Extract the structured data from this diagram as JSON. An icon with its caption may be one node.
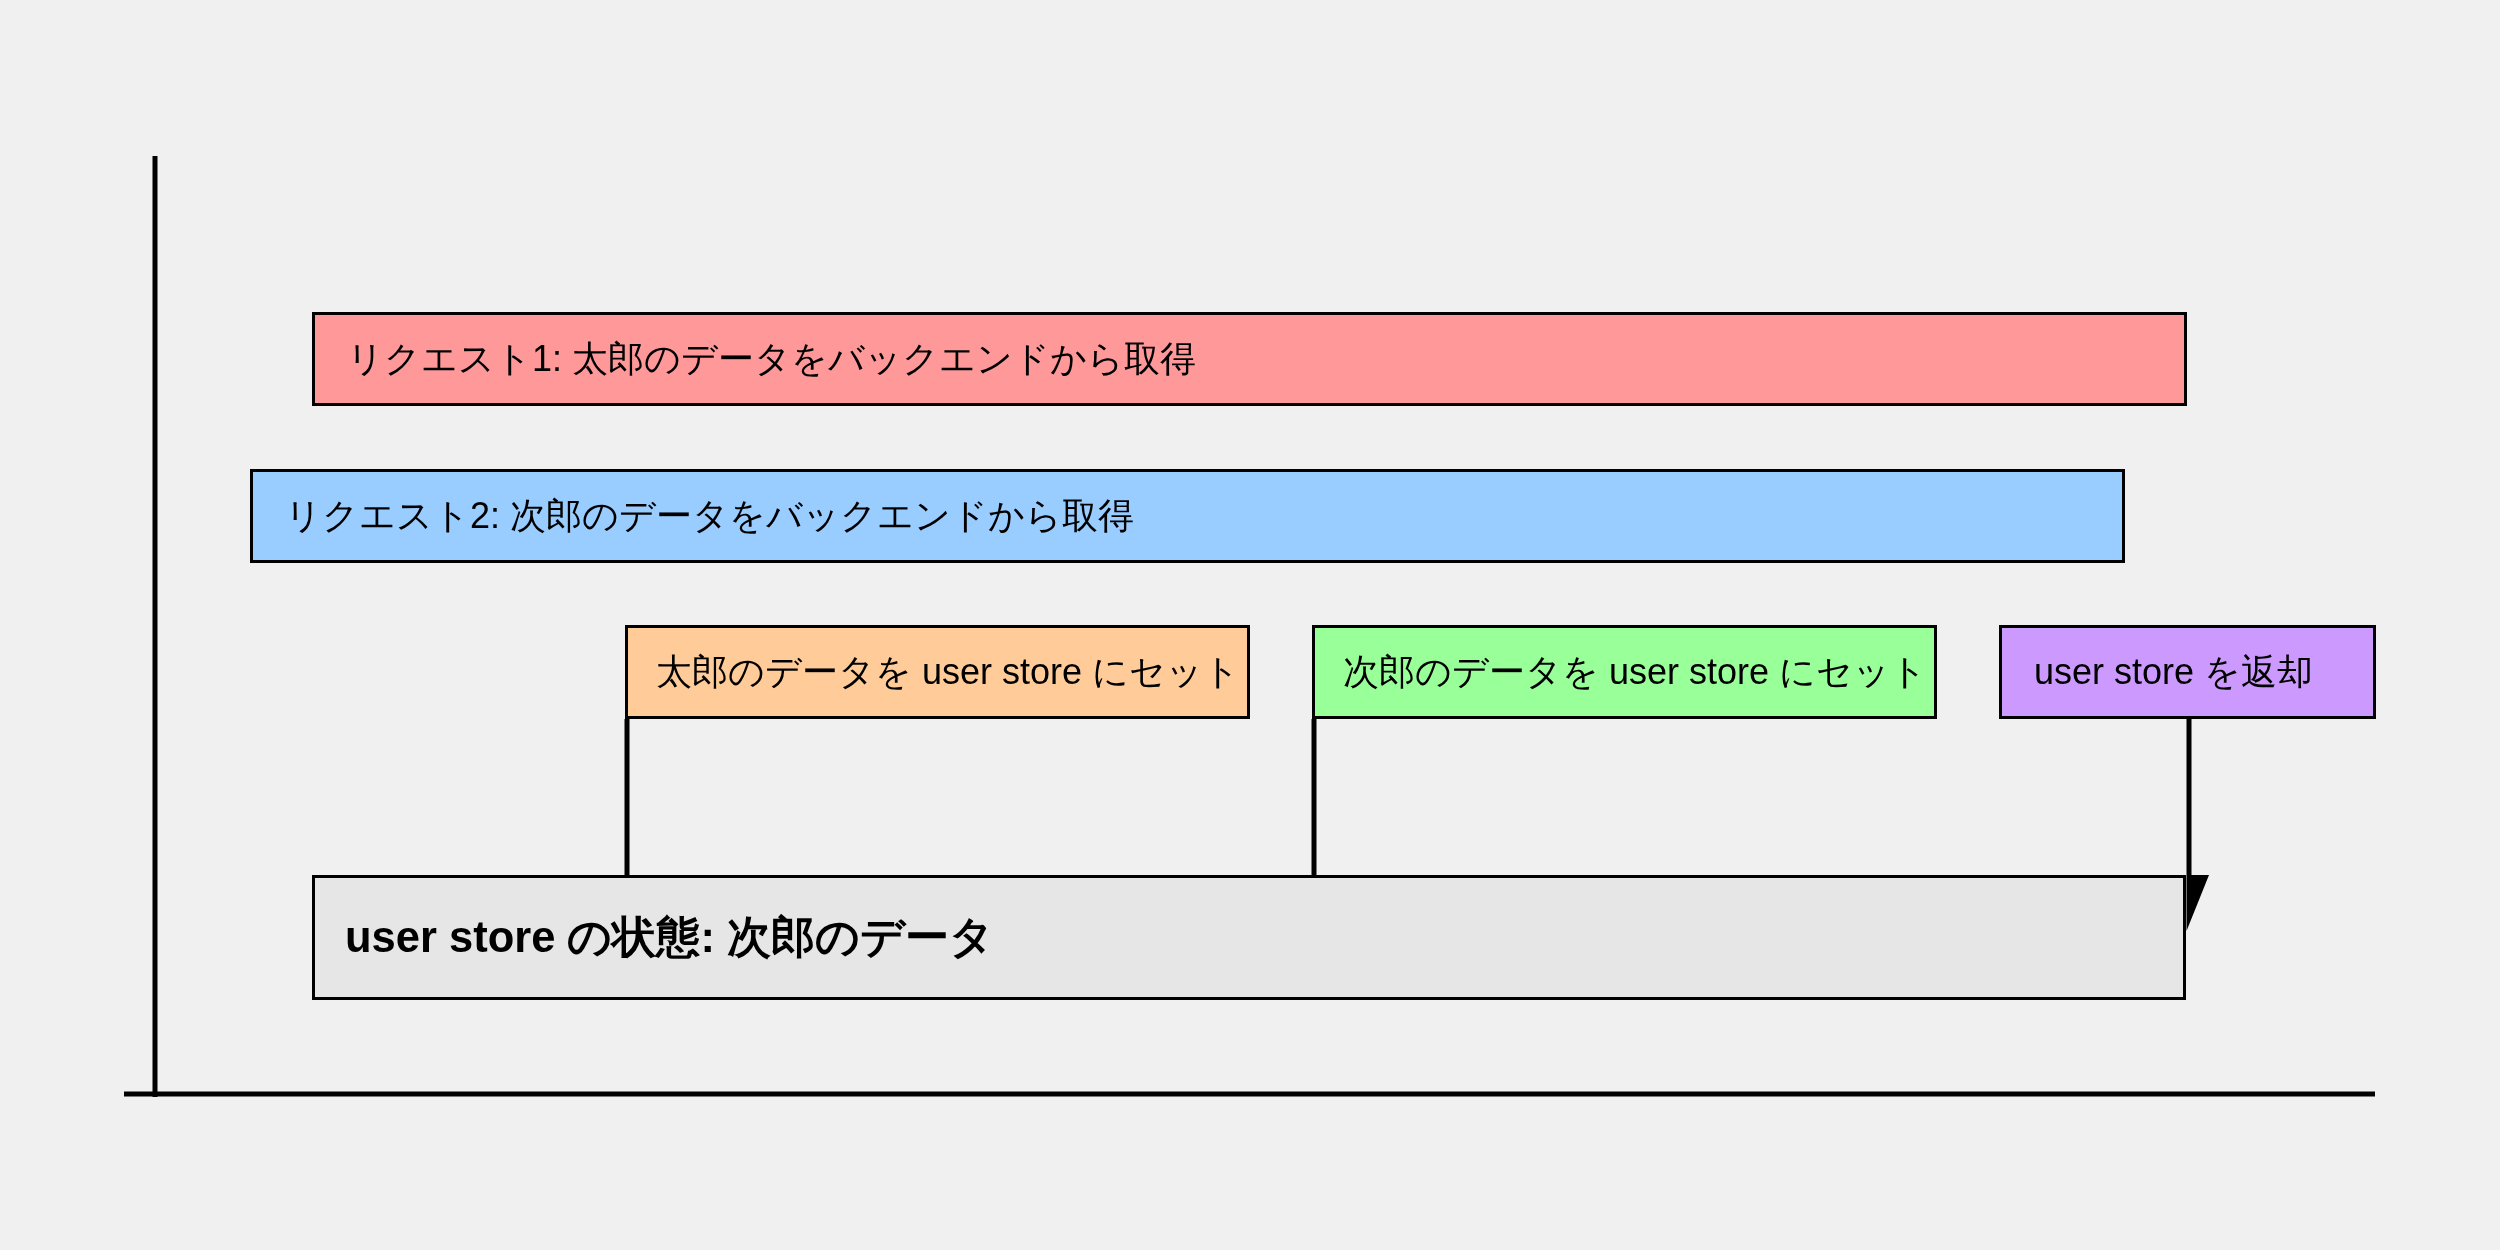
{
  "diagram": {
    "nodes": [
      {
        "text": [
          "リクエスト1: 太郎のデータをバックエンドから取得"
        ]
      },
      {
        "text": [
          "リクエスト2: 次郎のデータをバックエンドから取得"
        ]
      },
      {
        "text": [
          "太郎のデータを user store にセット"
        ]
      },
      {
        "text": [
          "次郎のデータを user store にセット"
        ]
      },
      {
        "text": [
          "user store を返却"
        ]
      },
      {
        "text": [
          "user store の状態: 次郎のデータ"
        ]
      }
    ],
    "edges": [
      {
        "from": 2,
        "to": 5,
        "arrow": "none"
      },
      {
        "from": 3,
        "to": 5,
        "arrow": "none"
      },
      {
        "from": 4,
        "to": 5,
        "arrow": "to"
      }
    ]
  }
}
